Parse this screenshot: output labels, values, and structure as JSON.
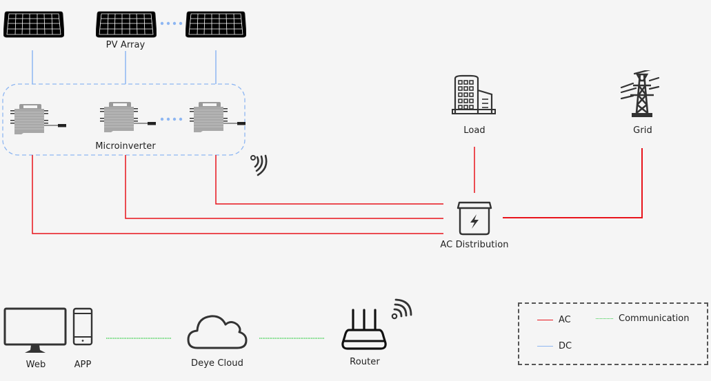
{
  "diagram": {
    "nodes": {
      "pv_array": {
        "label": "PV Array",
        "panel_count_shown": 3,
        "ellipsis": true
      },
      "microinverter": {
        "label": "Microinverter",
        "unit_count_shown": 3,
        "ellipsis": true
      },
      "load": {
        "label": "Load",
        "icon": "building-icon"
      },
      "grid": {
        "label": "Grid",
        "icon": "power-tower-icon"
      },
      "ac_distribution": {
        "label": "AC Distribution",
        "icon": "distribution-box-icon"
      },
      "web": {
        "label": "Web",
        "icon": "monitor-icon"
      },
      "app": {
        "label": "APP",
        "icon": "phone-icon"
      },
      "cloud": {
        "label": "Deye Cloud",
        "icon": "cloud-icon"
      },
      "router": {
        "label": "Router",
        "icon": "router-icon"
      }
    },
    "connections": [
      {
        "from": "pv_array",
        "to": "microinverter",
        "type": "DC"
      },
      {
        "from": "microinverter",
        "to": "ac_distribution",
        "type": "AC"
      },
      {
        "from": "load",
        "to": "ac_distribution",
        "type": "AC"
      },
      {
        "from": "grid",
        "to": "ac_distribution",
        "type": "AC"
      },
      {
        "from": "web_app",
        "to": "cloud",
        "type": "Communication"
      },
      {
        "from": "cloud",
        "to": "router",
        "type": "Communication"
      },
      {
        "from": "microinverter",
        "to": "router",
        "type": "Wireless"
      }
    ],
    "colors": {
      "ac": "#e8131b",
      "dc": "#8db6f2",
      "communication": "#2ecc40",
      "icon": "#333333"
    }
  },
  "legend": {
    "items": [
      {
        "label": "AC",
        "type": "ac"
      },
      {
        "label": "Communication",
        "type": "communication"
      },
      {
        "label": "DC",
        "type": "dc"
      }
    ]
  }
}
